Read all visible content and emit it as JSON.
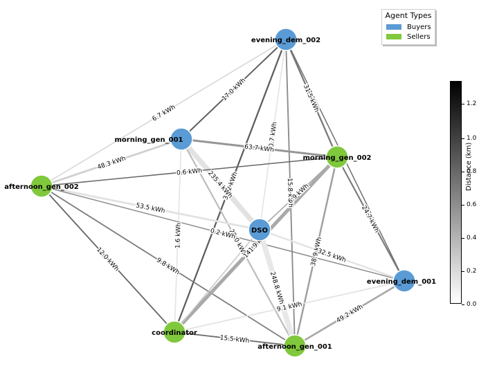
{
  "legend": {
    "title": "Agent Types",
    "items": [
      {
        "label": "Buyers",
        "color": "#5b9bd5"
      },
      {
        "label": "Sellers",
        "color": "#80c83c"
      }
    ]
  },
  "colorbar": {
    "label": "Distance (km)",
    "ticks": [
      "1.2",
      "1.0",
      "0.8",
      "0.6",
      "0.4",
      "0.2",
      "0.0"
    ]
  },
  "nodes": [
    {
      "id": "evening_dem_002",
      "type": "buyer"
    },
    {
      "id": "morning_gen_001",
      "type": "buyer"
    },
    {
      "id": "morning_gen_002",
      "type": "seller"
    },
    {
      "id": "afternoon_gen_002",
      "type": "seller"
    },
    {
      "id": "DSO",
      "type": "buyer"
    },
    {
      "id": "evening_dem_001",
      "type": "buyer"
    },
    {
      "id": "coordinator",
      "type": "seller"
    },
    {
      "id": "afternoon_gen_001",
      "type": "seller"
    }
  ],
  "edges": [
    {
      "from": "evening_dem_002",
      "to": "morning_gen_001",
      "label": "17.0 kWh",
      "distance": 0.85
    },
    {
      "from": "evening_dem_002",
      "to": "afternoon_gen_002",
      "label": "6.7 kWh",
      "distance": 0.2
    },
    {
      "from": "evening_dem_002",
      "to": "morning_gen_002",
      "label": "31.5 kWh",
      "distance": 0.7
    },
    {
      "from": "evening_dem_002",
      "to": "evening_dem_001",
      "label": "",
      "distance": 0.75
    },
    {
      "from": "evening_dem_002",
      "to": "DSO",
      "label": "0.7 kWh",
      "distance": 0.15
    },
    {
      "from": "evening_dem_002",
      "to": "coordinator",
      "label": "30.2 kWh",
      "distance": 0.85
    },
    {
      "from": "evening_dem_002",
      "to": "afternoon_gen_001",
      "label": "15.8 kWh",
      "distance": 0.6
    },
    {
      "from": "morning_gen_001",
      "to": "morning_gen_002",
      "label": "63.7 kWh",
      "distance": 0.55
    },
    {
      "from": "morning_gen_001",
      "to": "afternoon_gen_002",
      "label": "48.3 kWh",
      "distance": 0.25
    },
    {
      "from": "morning_gen_001",
      "to": "DSO",
      "label": "235.4 kWh",
      "distance": 0.15
    },
    {
      "from": "morning_gen_001",
      "to": "coordinator",
      "label": "1.6 kWh",
      "distance": 0.15
    },
    {
      "from": "morning_gen_001",
      "to": "afternoon_gen_001",
      "label": "28.0 kWh",
      "distance": 0.35
    },
    {
      "from": "afternoon_gen_002",
      "to": "morning_gen_002",
      "label": "0.6 kWh",
      "distance": 0.8
    },
    {
      "from": "afternoon_gen_002",
      "to": "DSO",
      "label": "53.5 kWh",
      "distance": 0.15
    },
    {
      "from": "afternoon_gen_002",
      "to": "evening_dem_001",
      "label": "0.2 kWh",
      "distance": 0.6
    },
    {
      "from": "afternoon_gen_002",
      "to": "coordinator",
      "label": "12.0 kWh",
      "distance": 0.8
    },
    {
      "from": "afternoon_gen_002",
      "to": "afternoon_gen_001",
      "label": "9.8 kWh",
      "distance": 0.7
    },
    {
      "from": "morning_gen_002",
      "to": "DSO",
      "label": "6.9 kWh",
      "distance": 0.45
    },
    {
      "from": "morning_gen_002",
      "to": "evening_dem_001",
      "label": "24.7 kWh",
      "distance": 0.7
    },
    {
      "from": "morning_gen_002",
      "to": "coordinator",
      "label": "141.9 kWh",
      "distance": 0.45
    },
    {
      "from": "morning_gen_002",
      "to": "afternoon_gen_001",
      "label": "38.9 kWh",
      "distance": 0.5
    },
    {
      "from": "DSO",
      "to": "evening_dem_001",
      "label": "32.5 kWh",
      "distance": 0.15
    },
    {
      "from": "DSO",
      "to": "afternoon_gen_001",
      "label": "248.8 kWh",
      "distance": 0.12
    },
    {
      "from": "DSO",
      "to": "coordinator",
      "label": "",
      "distance": 0.3
    },
    {
      "from": "evening_dem_001",
      "to": "coordinator",
      "label": "9.1 kWh",
      "distance": 0.15
    },
    {
      "from": "evening_dem_001",
      "to": "afternoon_gen_001",
      "label": "49.2 kWh",
      "distance": 0.45
    },
    {
      "from": "coordinator",
      "to": "afternoon_gen_001",
      "label": "15.5 kWh",
      "distance": 0.75
    }
  ]
}
